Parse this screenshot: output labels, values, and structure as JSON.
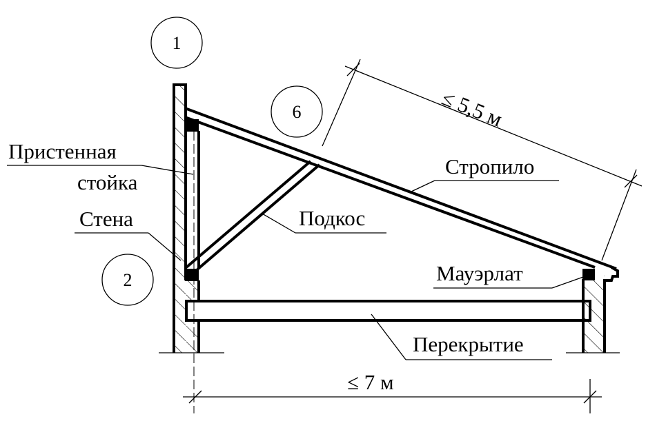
{
  "labels": {
    "wall_post_line1": "Пристенная",
    "wall_post_line2": "стойка",
    "wall": "Стена",
    "strut": "Подкос",
    "rafter": "Стропило",
    "wall_plate": "Мауэрлат",
    "floor_slab": "Перекрытие"
  },
  "dimensions": {
    "rafter_length": "≤ 5,5 м",
    "span": "≤ 7 м"
  },
  "markers": [
    "1",
    "6",
    "2"
  ]
}
